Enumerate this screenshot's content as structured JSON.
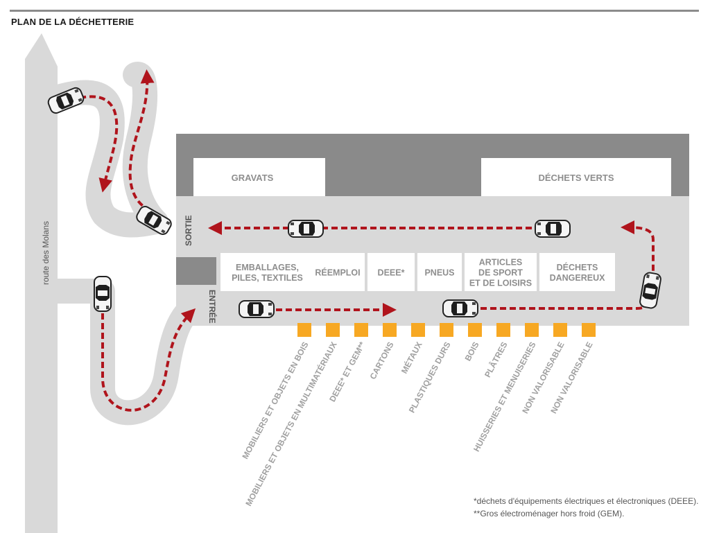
{
  "title": "PLAN DE LA DÉCHETTERIE",
  "road": {
    "label": "route des Molans"
  },
  "side_labels": {
    "exit": "SORTIE",
    "entry": "ENTRÉE"
  },
  "upper_zones": [
    {
      "name": "GRAVATS"
    },
    {
      "name": "DÉCHETS VERTS"
    }
  ],
  "lower_zones": [
    {
      "lines": [
        "EMBALLAGES,",
        "PILES, TEXTILES"
      ]
    },
    {
      "lines": [
        "RÉEMPLOI"
      ]
    },
    {
      "lines": [
        "DEEE*"
      ]
    },
    {
      "lines": [
        "PNEUS"
      ]
    },
    {
      "lines": [
        "ARTICLES",
        "DE SPORT",
        "ET DE LOISIRS"
      ]
    },
    {
      "lines": [
        "DÉCHETS",
        "DANGEREUX"
      ]
    }
  ],
  "bins": [
    "MOBILIERS ET OBJETS EN BOIS",
    "MOBILIERS ET OBJETS EN MULTIMATÉRIAUX",
    "DEEE* ET GEM**",
    "CARTONS",
    "MÉTAUX",
    "PLASTIQUES DURS",
    "BOIS",
    "PLÂTRES",
    "HUISSERIES ET MENUISERIES",
    "NON VALORISABLE",
    "NON VALORISABLE"
  ],
  "footnotes": [
    "*déchets d'équipements électriques et électroniques (DEEE).",
    "**Gros électroménager hors froid (GEM)."
  ],
  "colors": {
    "road": "#d9d9d9",
    "building": "#8a8a8a",
    "zone": "#ffffff",
    "route_arrow": "#b0141c",
    "bin": "#f7a823",
    "label": "#8e8e8e"
  },
  "icons": [
    "car-icon",
    "arrow-icon"
  ]
}
